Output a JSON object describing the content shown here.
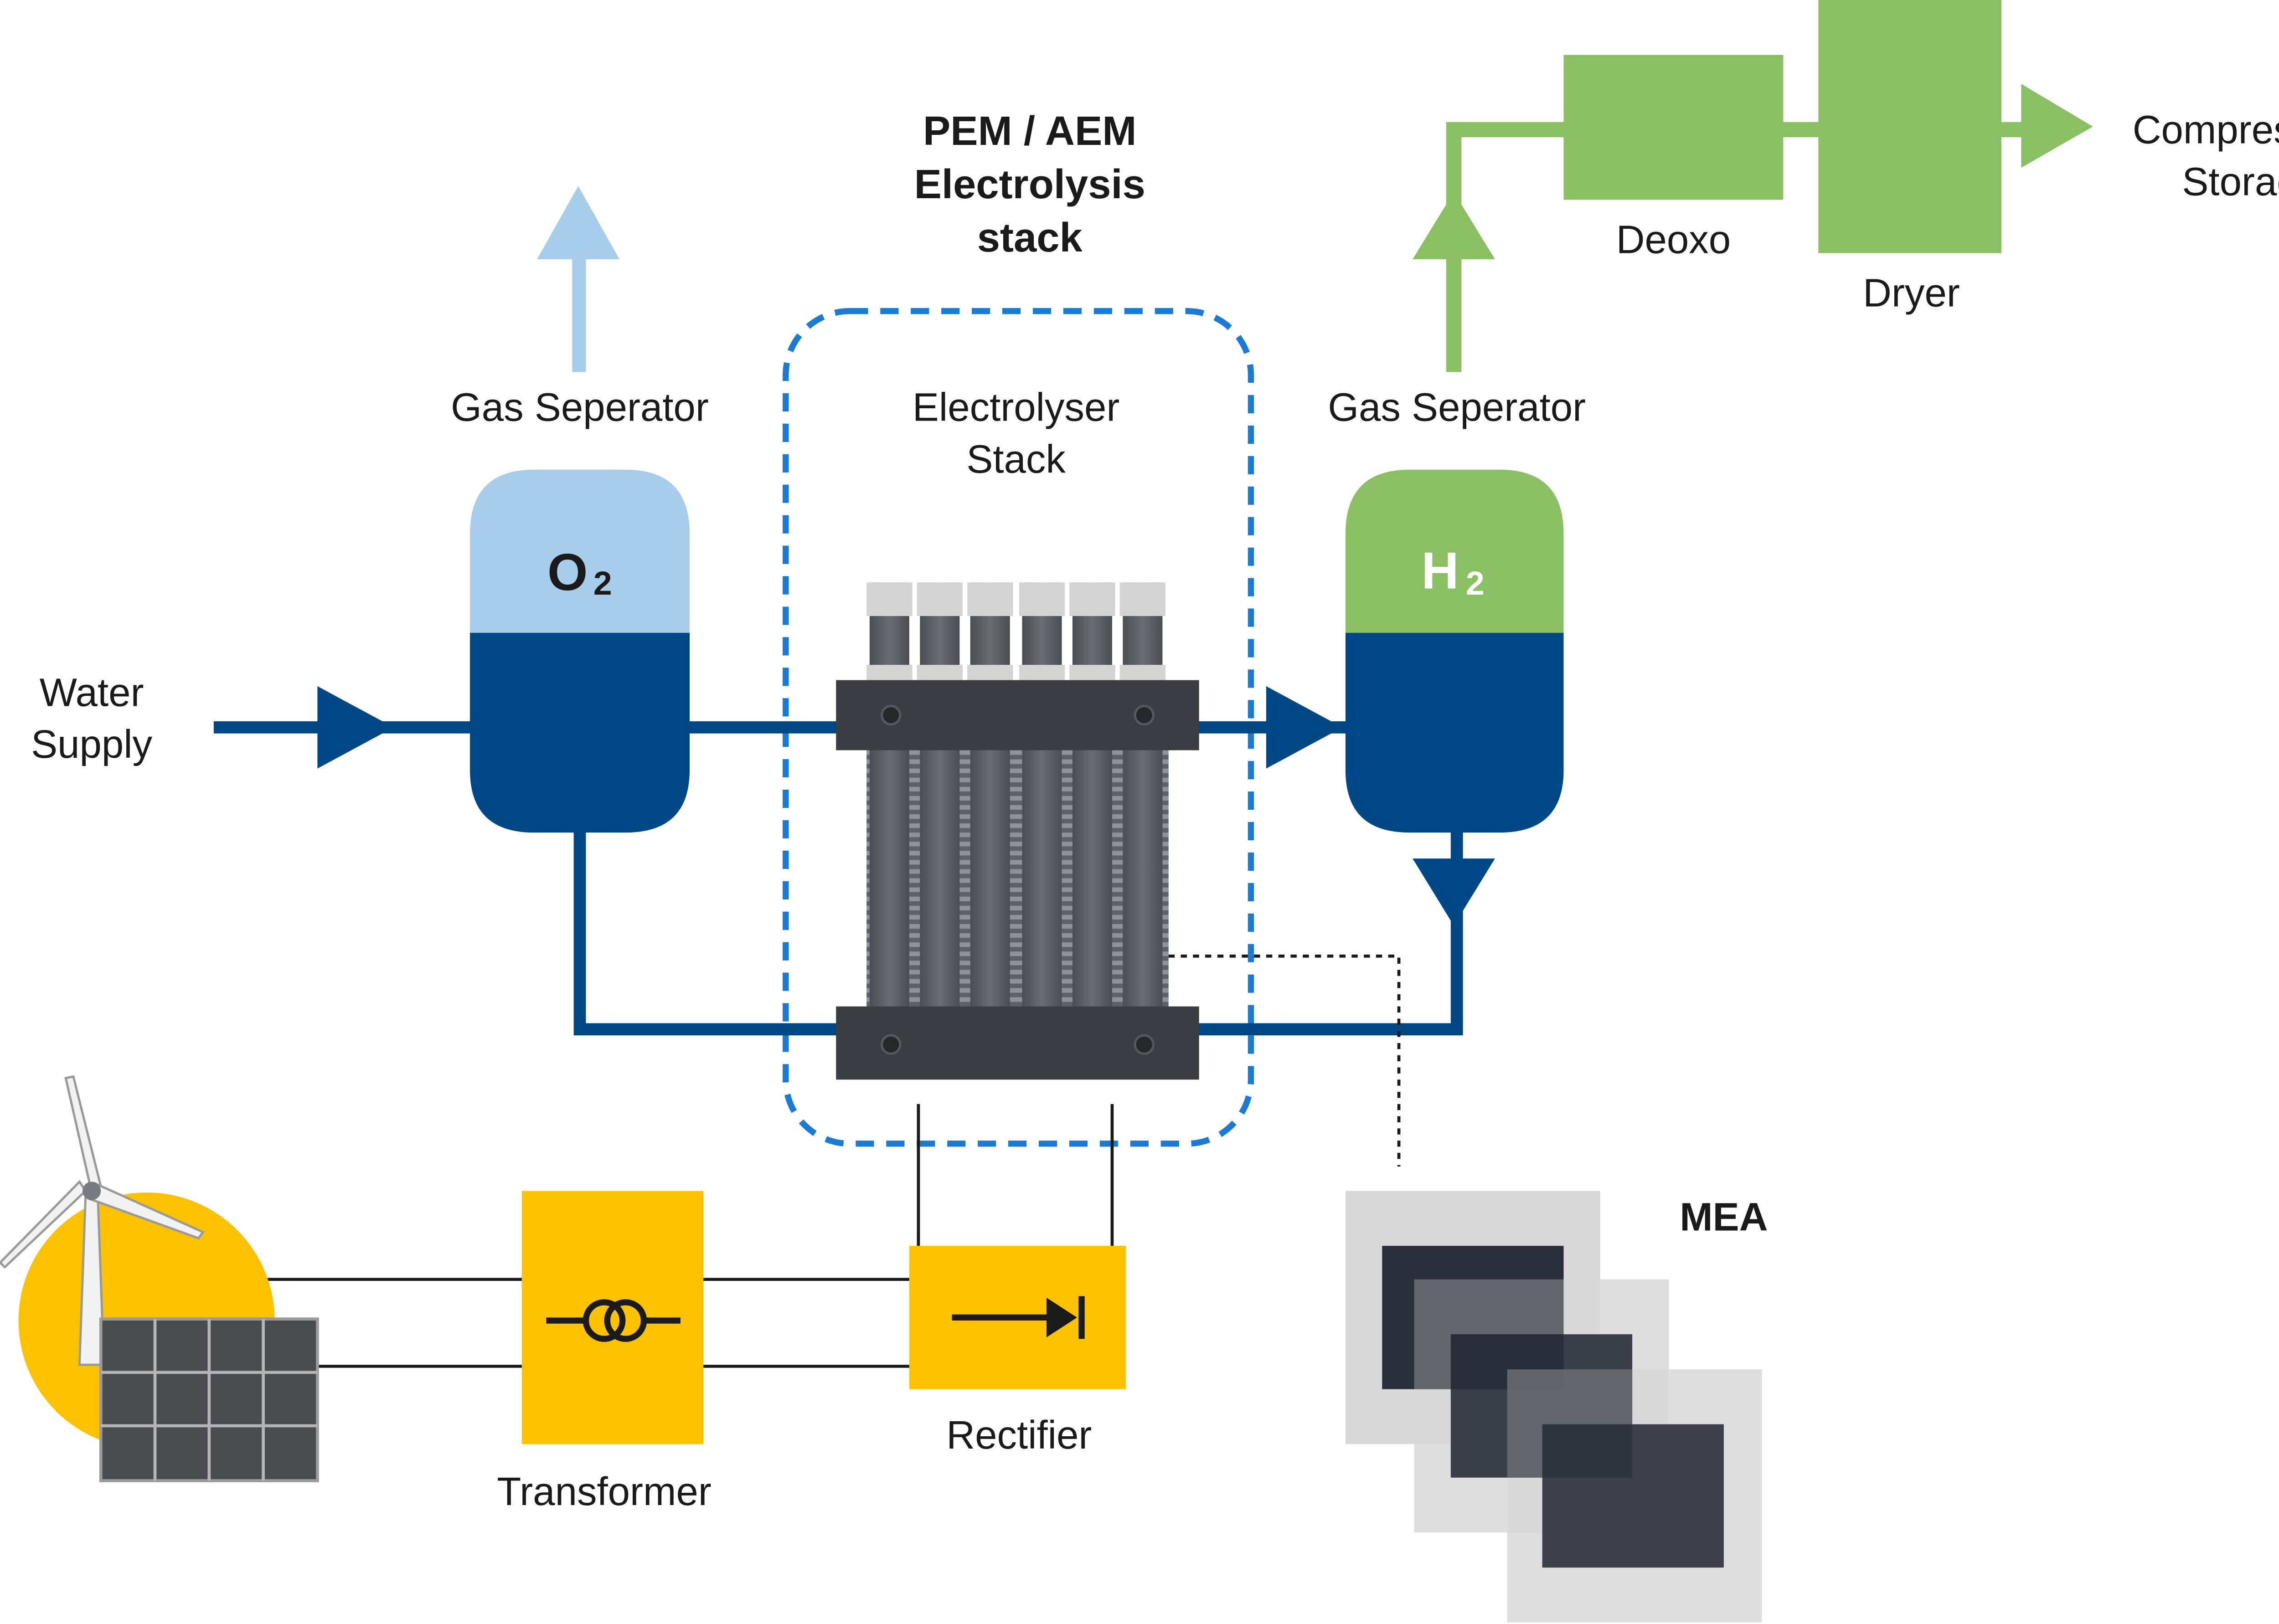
{
  "title": {
    "line1": "PEM / AEM",
    "line2": "Electrolysis",
    "line3": "stack"
  },
  "labels": {
    "water_supply_line1": "Water",
    "water_supply_line2": "Supply",
    "gas_separator_o2": "Gas Seperator",
    "gas_separator_h2": "Gas Seperator",
    "stack_line1": "Electrolyser",
    "stack_line2": "Stack",
    "o2": "O",
    "o2_sub": "2",
    "h2": "H",
    "h2_sub": "2",
    "deoxo": "Deoxo",
    "dryer": "Dryer",
    "compressor_line1": "Compressor /",
    "compressor_line2": "Storage",
    "mea": "MEA",
    "transformer": "Transformer",
    "rectifier": "Rectifier"
  },
  "colors": {
    "dark_blue": "#004785",
    "light_blue": "#a8cdeb",
    "dashed_blue": "#1a7ad4",
    "green": "#8bbf64",
    "yellow": "#fcc200",
    "stack_dark": "#3a3d42",
    "mea_dark": "#2b2f3b",
    "mea_light": "#d8d8d8"
  },
  "icons": {
    "wind_turbine": "wind-turbine-icon",
    "solar_panel": "solar-panel-icon",
    "sun": "sun-icon",
    "transformer_symbol": "transformer-symbol-icon",
    "diode_symbol": "diode-symbol-icon"
  }
}
